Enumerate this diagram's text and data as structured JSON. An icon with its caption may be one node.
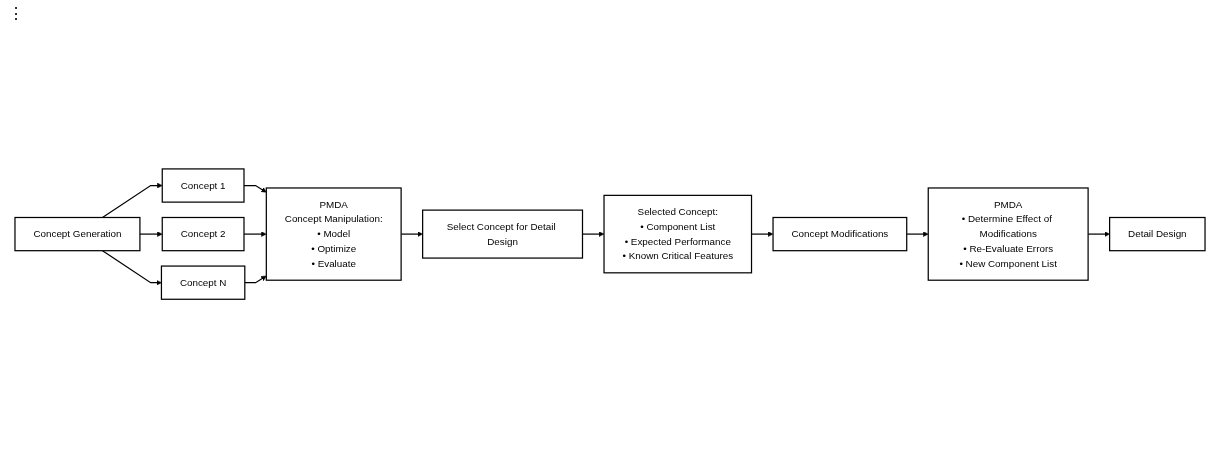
{
  "diagram": {
    "nodes": [
      {
        "text": [
          "Concept Generation"
        ]
      },
      {
        "text": [
          "Concept 1"
        ]
      },
      {
        "text": [
          "Concept 2"
        ]
      },
      {
        "text": [
          "Concept N"
        ]
      },
      {
        "text": [
          "PMDA",
          "Concept Manipulation:",
          "• Model",
          "• Optimize",
          "• Evaluate"
        ]
      },
      {
        "text": [
          "Select Concept for Detail Design"
        ]
      },
      {
        "text": [
          "Selected Concept:",
          "• Component List",
          "• Expected Performance",
          "• Known Critical Features"
        ]
      },
      {
        "text": [
          "Concept Modifications"
        ]
      },
      {
        "text": [
          "PMDA",
          "• Determine Effect of Modifications",
          "• Re-Evaluate Errors",
          "• New Component List"
        ]
      },
      {
        "text": [
          "Detail Design"
        ]
      }
    ],
    "edges": [
      {
        "from": 0,
        "to": 1,
        "arrow": "to"
      },
      {
        "from": 0,
        "to": 2,
        "arrow": "to"
      },
      {
        "from": 0,
        "to": 3,
        "arrow": "to"
      },
      {
        "from": 1,
        "to": 4,
        "arrow": "to"
      },
      {
        "from": 2,
        "to": 4,
        "arrow": "to"
      },
      {
        "from": 3,
        "to": 4,
        "arrow": "to"
      },
      {
        "from": 4,
        "to": 5,
        "arrow": "to"
      },
      {
        "from": 5,
        "to": 6,
        "arrow": "to"
      },
      {
        "from": 6,
        "to": 7,
        "arrow": "to"
      },
      {
        "from": 7,
        "to": 8,
        "arrow": "to"
      },
      {
        "from": 8,
        "to": 9,
        "arrow": "to"
      }
    ],
    "labels": [
      "⋮"
    ]
  }
}
